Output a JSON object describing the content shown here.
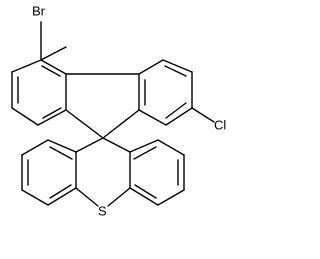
{
  "molecule": {
    "atoms": {
      "bromine": "Br",
      "chlorine": "Cl",
      "sulfur": "S"
    }
  }
}
